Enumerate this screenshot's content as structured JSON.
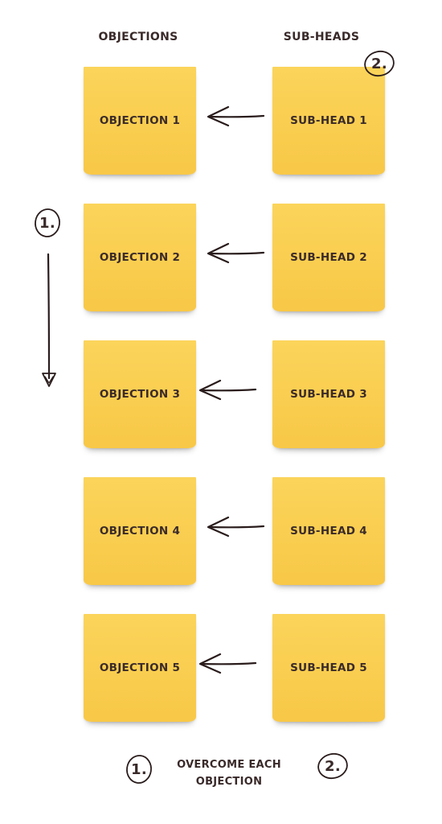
{
  "headers": {
    "objections": "OBJECTIONS",
    "subheads": "SUB-HEADS"
  },
  "rows": [
    {
      "objection": "OBJECTION 1",
      "subhead": "SUB-HEAD 1"
    },
    {
      "objection": "OBJECTION 2",
      "subhead": "SUB-HEAD 2"
    },
    {
      "objection": "OBJECTION 3",
      "subhead": "SUB-HEAD 3"
    },
    {
      "objection": "OBJECTION 4",
      "subhead": "SUB-HEAD 4"
    },
    {
      "objection": "OBJECTION 5",
      "subhead": "SUB-HEAD 5"
    }
  ],
  "markers": {
    "one": "1.",
    "two": "2."
  },
  "footer": {
    "line1": "OVERCOME EACH",
    "line2": "OBJECTION"
  },
  "colors": {
    "note": "#f8c847",
    "ink": "#3a2a2a"
  },
  "icons": {
    "row_arrow": "left-arrow-icon",
    "flow_arrow": "down-arrow-icon",
    "badge": "circle-icon"
  }
}
